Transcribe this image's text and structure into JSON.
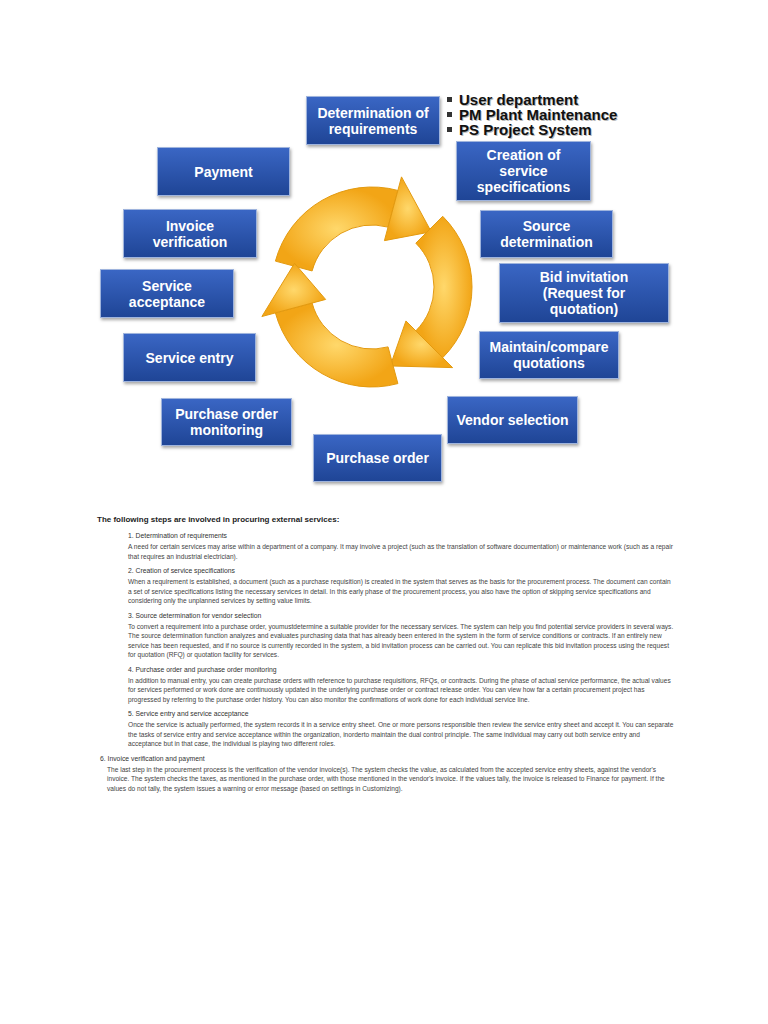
{
  "diagram": {
    "nodes": [
      {
        "text": [
          "Determination of requirements"
        ]
      },
      {
        "text": [
          "Creation of service specifications"
        ]
      },
      {
        "text": [
          "Source determination"
        ]
      },
      {
        "text": [
          "Bid invitation (Request for quotation)"
        ]
      },
      {
        "text": [
          "Maintain/compare quotations"
        ]
      },
      {
        "text": [
          "Vendor selection"
        ]
      },
      {
        "text": [
          "Purchase order"
        ]
      },
      {
        "text": [
          "Purchase order monitoring"
        ]
      },
      {
        "text": [
          "Service entry"
        ]
      },
      {
        "text": [
          "Service acceptance"
        ]
      },
      {
        "text": [
          "Invoice verification"
        ]
      },
      {
        "text": [
          "Payment"
        ]
      }
    ],
    "labels": [
      "User department",
      "PM Plant Maintenance",
      "PS Project System",
      "The following steps are involved in procuring external services:",
      "1. Determination of requirements",
      "A need for certain services may arise within a department of a company. It may involve a project (such as the translation of software documentation) or maintenance work (such as a repair that requires an industrial electrician).",
      "2. Creation of service specifications",
      "When a requirement is established, a document (such as a purchase requisition) is created in the system that serves as the basis for the procurement process.  The document can contain a set of service specifications listing the necessary services in detail. In this early phase of the procurement process, you also have the option of skipping service specifications and considering only the unplanned services by setting value limits.",
      "3. Source determination for vendor selection",
      "To convert a requirement into a purchase order, youmustdetermine a suitable provider for the necessary services. The system can help you find potential service providers in several ways. The source determination function analyzes and evaluates purchasing data that has already been entered in the system in the form of service conditions or contracts. If an entirely new service has been requested, and if no source is currently recorded in the system, a bid invitation process can be carried out. You can replicate this bid invitation process using the request for quotation (RFQ) or quotation facility for services.",
      "4. Purchase order and purchase order monitoring",
      "In addition to manual entry, you can create purchase orders with reference to purchase requisitions, RFQs, or contracts. During the phase of actual service performance, the actual values for services performed or work done are continuously updated in the underlying purchase order or contract release order. You can view how far a certain procurement project has progressed by referring to the purchase order history. You can also monitor the confirmations of work done for each individual service line.",
      "5. Service entry and service acceptance",
      "Once the service is actually performed, the system records it in a service entry sheet. One or more persons responsible then review the service entry sheet and accept it. You can separate the tasks of service entry and service acceptance within the organization, inorderto maintain the dual control principle. The same individual may carry out both service entry and acceptance but in that case, the individual is playing two different roles.",
      "6. Invoice verification and payment",
      "The last step in the procurement process is the verification of the vendor invoice(s). The system checks the value, as calculated from the accepted service entry sheets, against the vendor's invoice. The system checks the taxes, as mentioned in the purchase order, with those mentioned in the vendor's invoice. If the values tally, the invoice is released to Finance for payment. If the values do not tally, the system issues a warning or error message (based on settings in Customizing)."
    ]
  }
}
